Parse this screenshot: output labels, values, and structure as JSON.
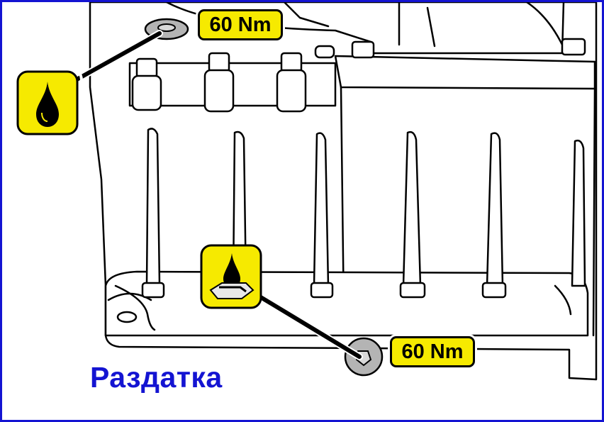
{
  "title": "Раздатка",
  "top_torque_label": "60 Nm",
  "bottom_torque_label": "60 Nm",
  "icons": {
    "fill_plug": "oil-drop-icon",
    "drain_plug": "oil-drop-tray-icon"
  },
  "colors": {
    "frame": "#1414d2",
    "title": "#1414d2",
    "label_fill": "#f6ea00",
    "outline": "#000000",
    "plug": "#b4b4b4"
  }
}
